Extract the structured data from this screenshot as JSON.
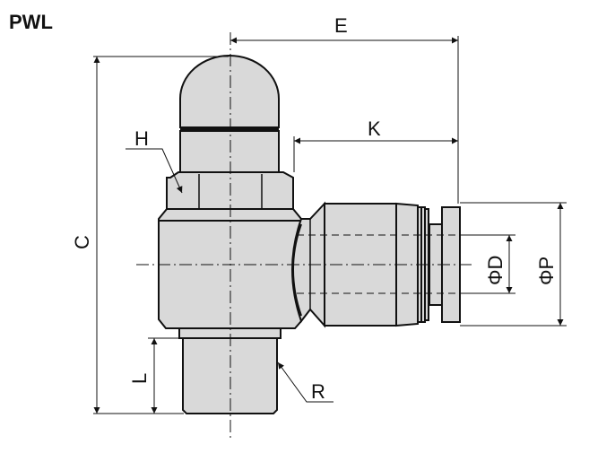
{
  "title": "PWL",
  "dimensions": {
    "E": "E",
    "K": "K",
    "C": "C",
    "H": "H",
    "L": "L",
    "R": "R",
    "D": "ΦD",
    "P": "ΦP"
  }
}
